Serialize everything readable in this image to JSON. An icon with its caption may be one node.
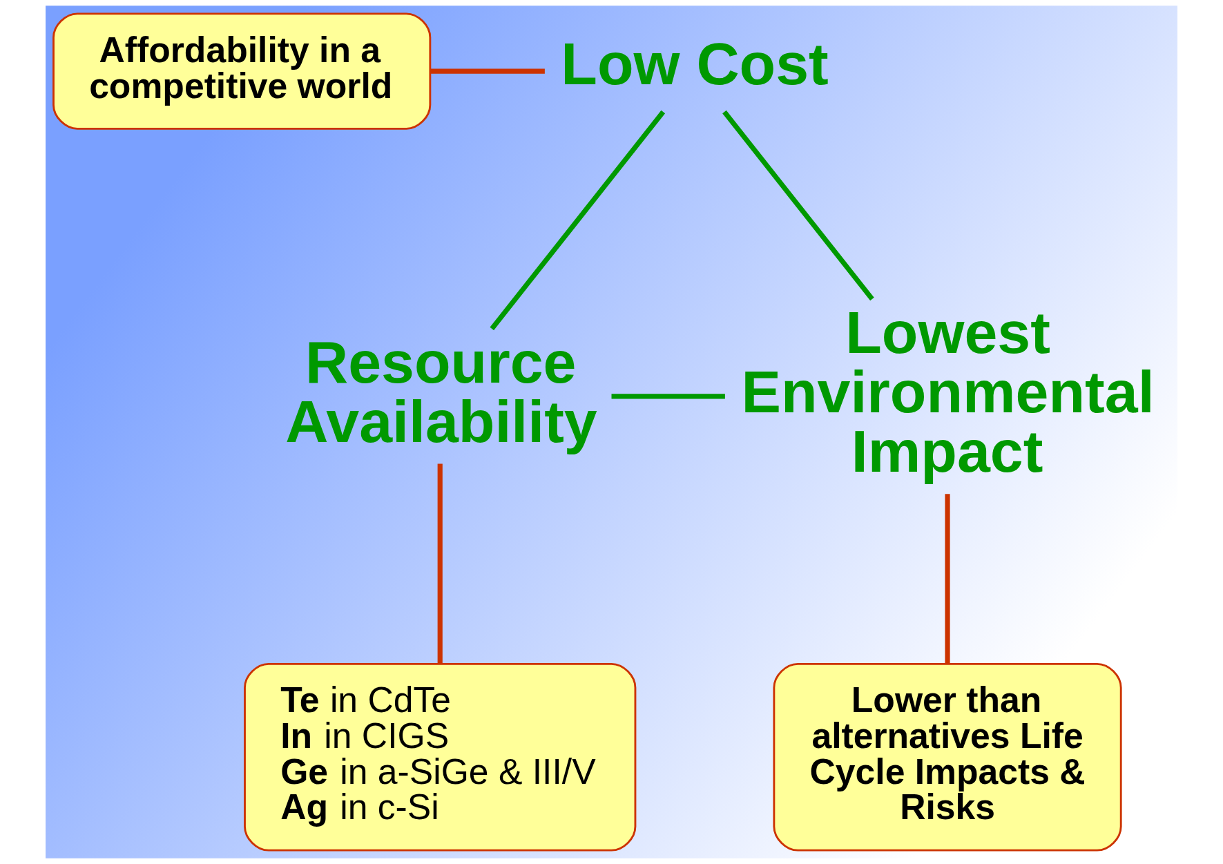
{
  "diagram": {
    "nodes": [
      {
        "text": [
          "Low Cost"
        ]
      },
      {
        "text": [
          "Affordability in a competitive world"
        ]
      },
      {
        "text": [
          "Resource Availability"
        ]
      },
      {
        "text": [
          "**Te** in CdTe",
          "**In** in CIGS",
          "**Ge** in a-SiGe & III/V",
          "**Ag** in c-Si"
        ]
      },
      {
        "text": [
          "Lowest Environmental Impact"
        ]
      },
      {
        "text": [
          "Lower than alternatives Life Cycle Impacts & Risks"
        ]
      }
    ],
    "edges": [
      {
        "from": 0,
        "to": 2,
        "arrow": "none",
        "color": "#009900"
      },
      {
        "from": 2,
        "to": 4,
        "arrow": "none",
        "color": "#009900"
      },
      {
        "from": 4,
        "to": 0,
        "arrow": "none",
        "color": "#009900"
      },
      {
        "from": 1,
        "to": 0,
        "arrow": "none",
        "color": "#cc3300"
      },
      {
        "from": 3,
        "to": 2,
        "arrow": "none",
        "color": "#cc3300"
      },
      {
        "from": 5,
        "to": 4,
        "arrow": "none",
        "color": "#cc3300"
      }
    ]
  }
}
